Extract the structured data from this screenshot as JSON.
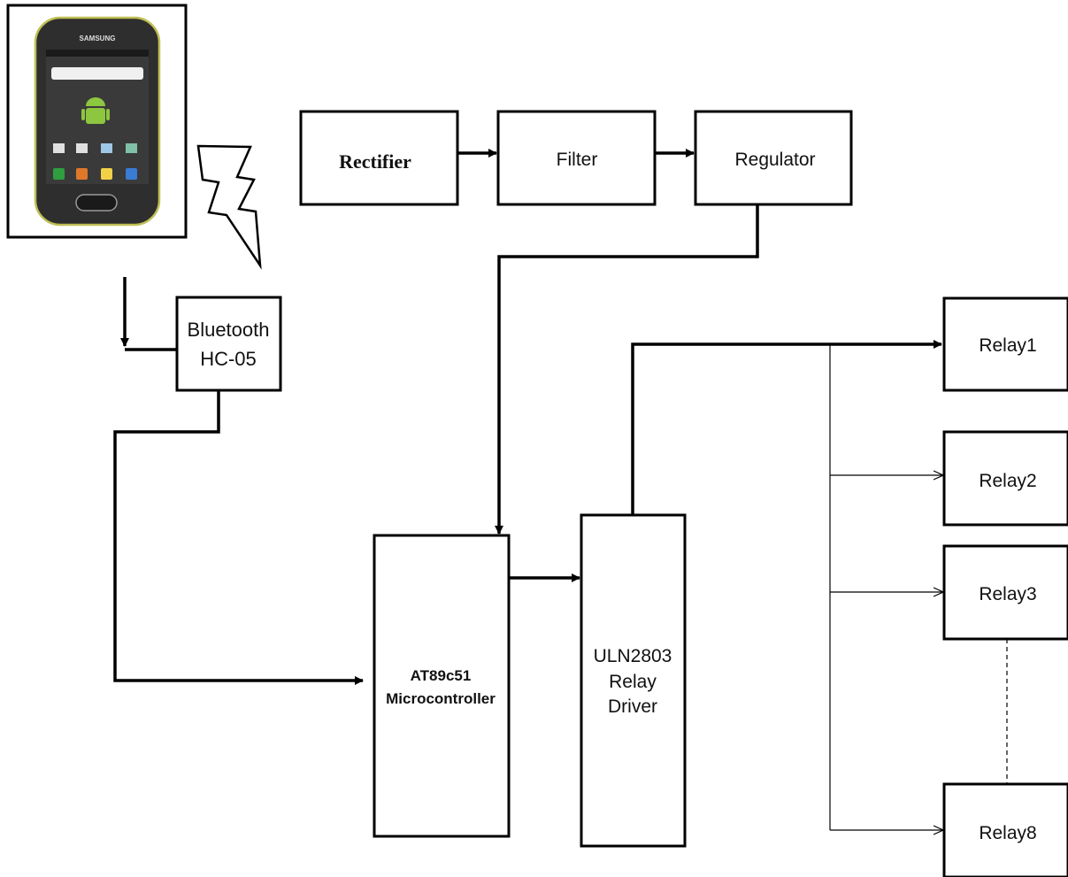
{
  "blocks": {
    "rectifier": "Rectifier",
    "filter": "Filter",
    "regulator": "Regulator",
    "bluetooth_line1": "Bluetooth",
    "bluetooth_line2": "HC-05",
    "mcu_line1": "AT89c51",
    "mcu_line2": "Microcontroller",
    "driver_line1": "ULN2803",
    "driver_line2": "Relay",
    "driver_line3": "Driver",
    "relay1": "Relay1",
    "relay2": "Relay2",
    "relay3": "Relay3",
    "relay8": "Relay8"
  },
  "phone": {
    "brand": "SAMSUNG"
  },
  "icons": {
    "phone": "smartphone-icon",
    "wireless": "lightning-bolt-icon",
    "android": "android-robot-icon"
  },
  "colors": {
    "line": "#000000",
    "box_fill": "#ffffff",
    "android_green": "#8dc63f"
  }
}
